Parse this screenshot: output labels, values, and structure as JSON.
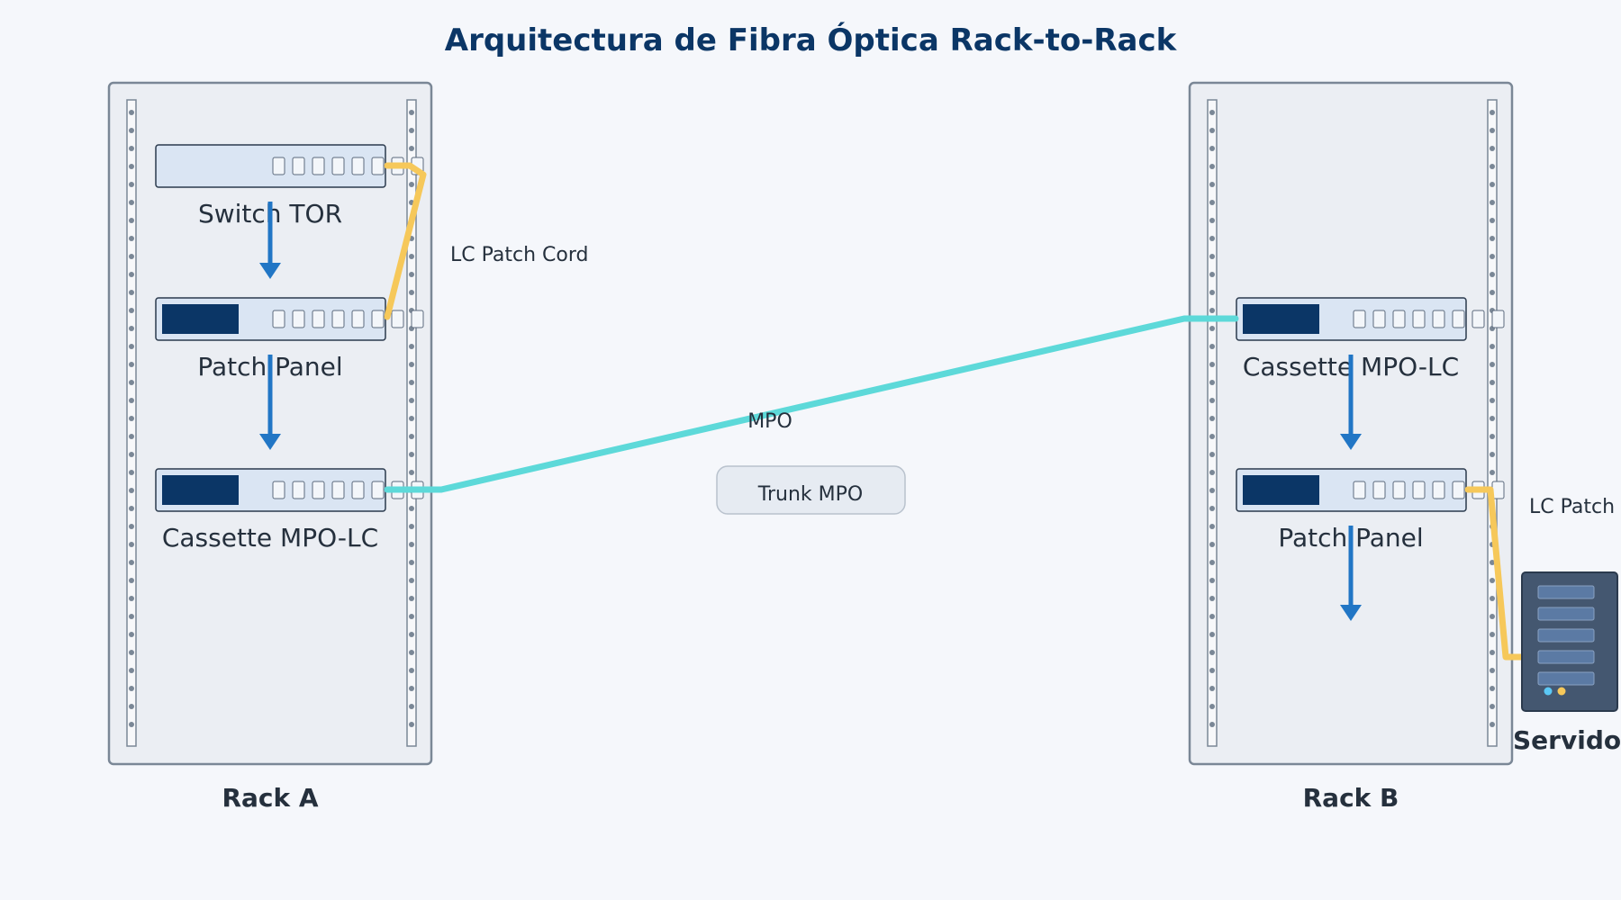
{
  "title": "Arquitectura de Fibra Óptica Rack-to-Rack",
  "colors": {
    "background": "#f5f7fb",
    "title": "#0b3666",
    "text": "#25303d",
    "rack_fill": "#ebeef3",
    "rack_stroke": "#7a8796",
    "device_fill": "#dae5f3",
    "device_stroke": "#2b3a4d",
    "module": "#0b3666",
    "flow_arrow": "#2176c5",
    "lc_cable": "#f6c85a",
    "mpo_cable": "#5dd9d9",
    "server_body": "#445770",
    "server_bay": "#5b7aa4",
    "led_blue": "#5bc8f5",
    "led_yellow": "#f6c85a",
    "callout_fill": "#e6ebf2",
    "callout_stroke": "#b9c2cd"
  },
  "racks": [
    {
      "label": "Rack A",
      "devices": [
        {
          "label": "Switch TOR",
          "icon": "switch-icon"
        },
        {
          "label": "Patch Panel",
          "icon": "patch-panel-icon"
        },
        {
          "label": "Cassette MPO-LC",
          "icon": "cassette-icon"
        }
      ]
    },
    {
      "label": "Rack B",
      "devices": [
        {
          "label": "Cassette MPO-LC",
          "icon": "cassette-icon"
        },
        {
          "label": "Patch Panel",
          "icon": "patch-panel-icon"
        }
      ]
    }
  ],
  "cables": {
    "lc_a": "LC Patch Cord",
    "mpo": "MPO",
    "trunk": "Trunk MPO",
    "lc_b": "LC Patch"
  },
  "server": {
    "label": "Servidor",
    "icon": "server-icon"
  }
}
